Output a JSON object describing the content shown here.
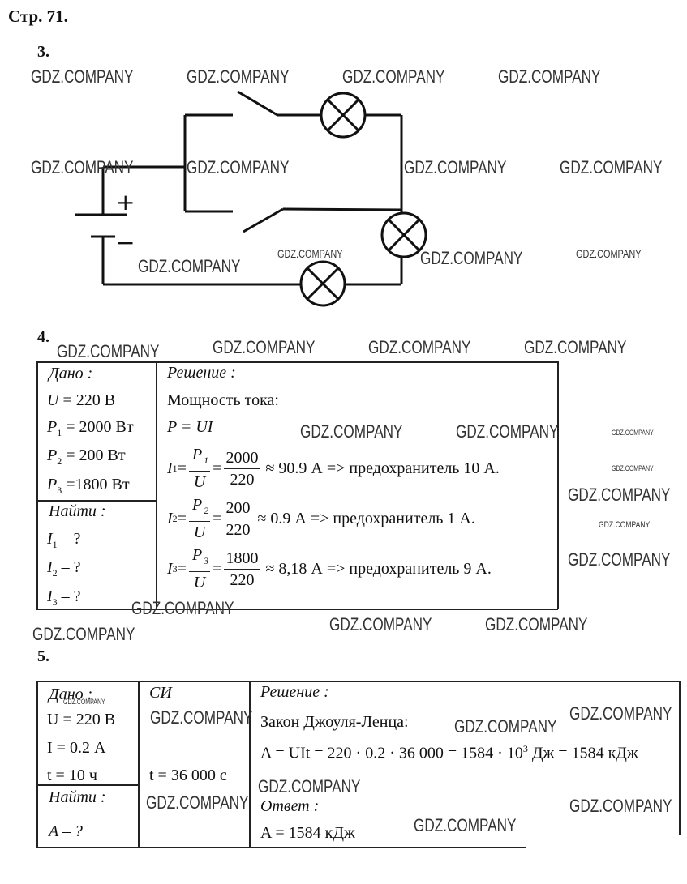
{
  "page_title": "Стр. 71.",
  "watermark": "GDZ.COMPANY",
  "problem3": {
    "number": "3.",
    "plus": "+",
    "minus": "−"
  },
  "problem4": {
    "number": "4.",
    "given_label": "Дано :",
    "given": [
      {
        "sym": "U",
        "sub": "",
        "rest": " = 220 В"
      },
      {
        "sym": "P",
        "sub": "1",
        "rest": " = 2000 Вт"
      },
      {
        "sym": "P",
        "sub": "2",
        "rest": " = 200 Вт"
      },
      {
        "sym": "P",
        "sub": "3",
        "rest": " =1800 Вт"
      }
    ],
    "find_label": "Найти :",
    "find": [
      {
        "sym": "I",
        "sub": "1",
        "rest": " – ?"
      },
      {
        "sym": "I",
        "sub": "2",
        "rest": " – ?"
      },
      {
        "sym": "I",
        "sub": "3",
        "rest": " – ?"
      }
    ],
    "solution_label": "Решение :",
    "power_title": "Мощность тока:",
    "formula": "P = UI",
    "equations": [
      {
        "lhs": "I",
        "sub": "1",
        "p": "P",
        "psub": "1",
        "den": "U",
        "num2": "2000",
        "den2": "220",
        "result": "≈ 90.9 А => предохранитель 10 А."
      },
      {
        "lhs": "I",
        "sub": "2",
        "p": "P",
        "psub": "2",
        "den": "U",
        "num2": "200",
        "den2": "220",
        "result": "≈ 0.9 А => предохранитель 1 А."
      },
      {
        "lhs": "I",
        "sub": "3",
        "p": "P",
        "psub": "3",
        "den": "U",
        "num2": "1800",
        "den2": "220",
        "result": "≈ 8,18 А => предохранитель 9 А."
      }
    ]
  },
  "problem5": {
    "number": "5.",
    "given_label": "Дано :",
    "given": [
      "U = 220 В",
      "I = 0.2 А",
      "t = 10 ч"
    ],
    "si_label": "СИ",
    "si_value": "t = 36 000 с",
    "find_label": "Найти :",
    "find": "A – ?",
    "solution_label": "Решение :",
    "law": "Закон Джоуля-Ленца:",
    "equation_pre": "A = UIt = 220 · 0.2 · 36 000 = 1584 · 10",
    "equation_exp": "3",
    "equation_post": " Дж = 1584 кДж",
    "answer_label": "Ответ :",
    "answer": "A = 1584 кДж"
  }
}
